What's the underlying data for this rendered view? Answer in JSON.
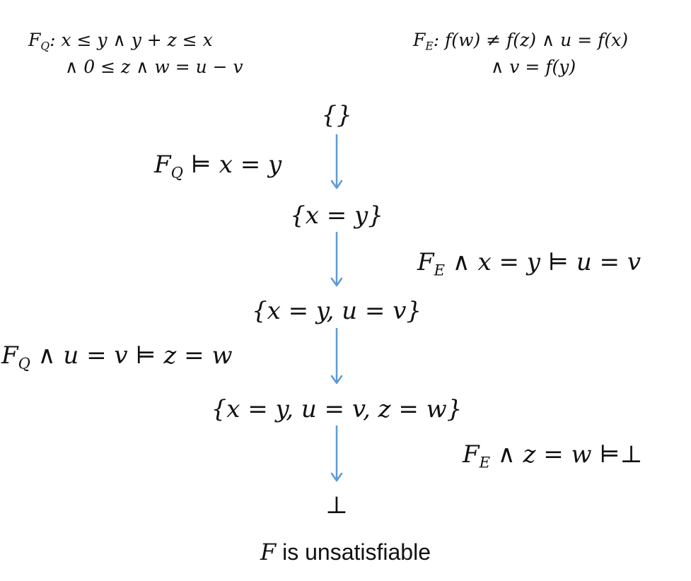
{
  "fq": {
    "name": "F",
    "sub": "Q",
    "line1": ": x ≤ y ∧ y + z ≤ x",
    "line2": "∧ 0 ≤ z ∧ w = u − v"
  },
  "fe": {
    "name": "F",
    "sub": "E",
    "line1": ": f(w) ≠ f(z) ∧ u = f(x)",
    "line2": "∧ v = f(y)"
  },
  "nodes": [
    {
      "label": "{}"
    },
    {
      "label": "{x = y}"
    },
    {
      "label": "{x = y, u = v}"
    },
    {
      "label": "{x = y, u = v, z = w}"
    },
    {
      "label": "⊥"
    }
  ],
  "steps": [
    {
      "name": "F",
      "sub": "Q",
      "text": " ⊨ x = y"
    },
    {
      "name": "F",
      "sub": "E",
      "text": " ∧ x = y ⊨ u = v"
    },
    {
      "name": "F",
      "sub": "Q",
      "text": " ∧ u = v ⊨ z = w"
    },
    {
      "name": "F",
      "sub": "E",
      "text": " ∧ z = w ⊨⊥"
    }
  ],
  "conclusion": {
    "var": "F",
    "text": " is unsatisfiable"
  },
  "colors": {
    "arrow": "#5b9bd5",
    "text": "#111111"
  }
}
